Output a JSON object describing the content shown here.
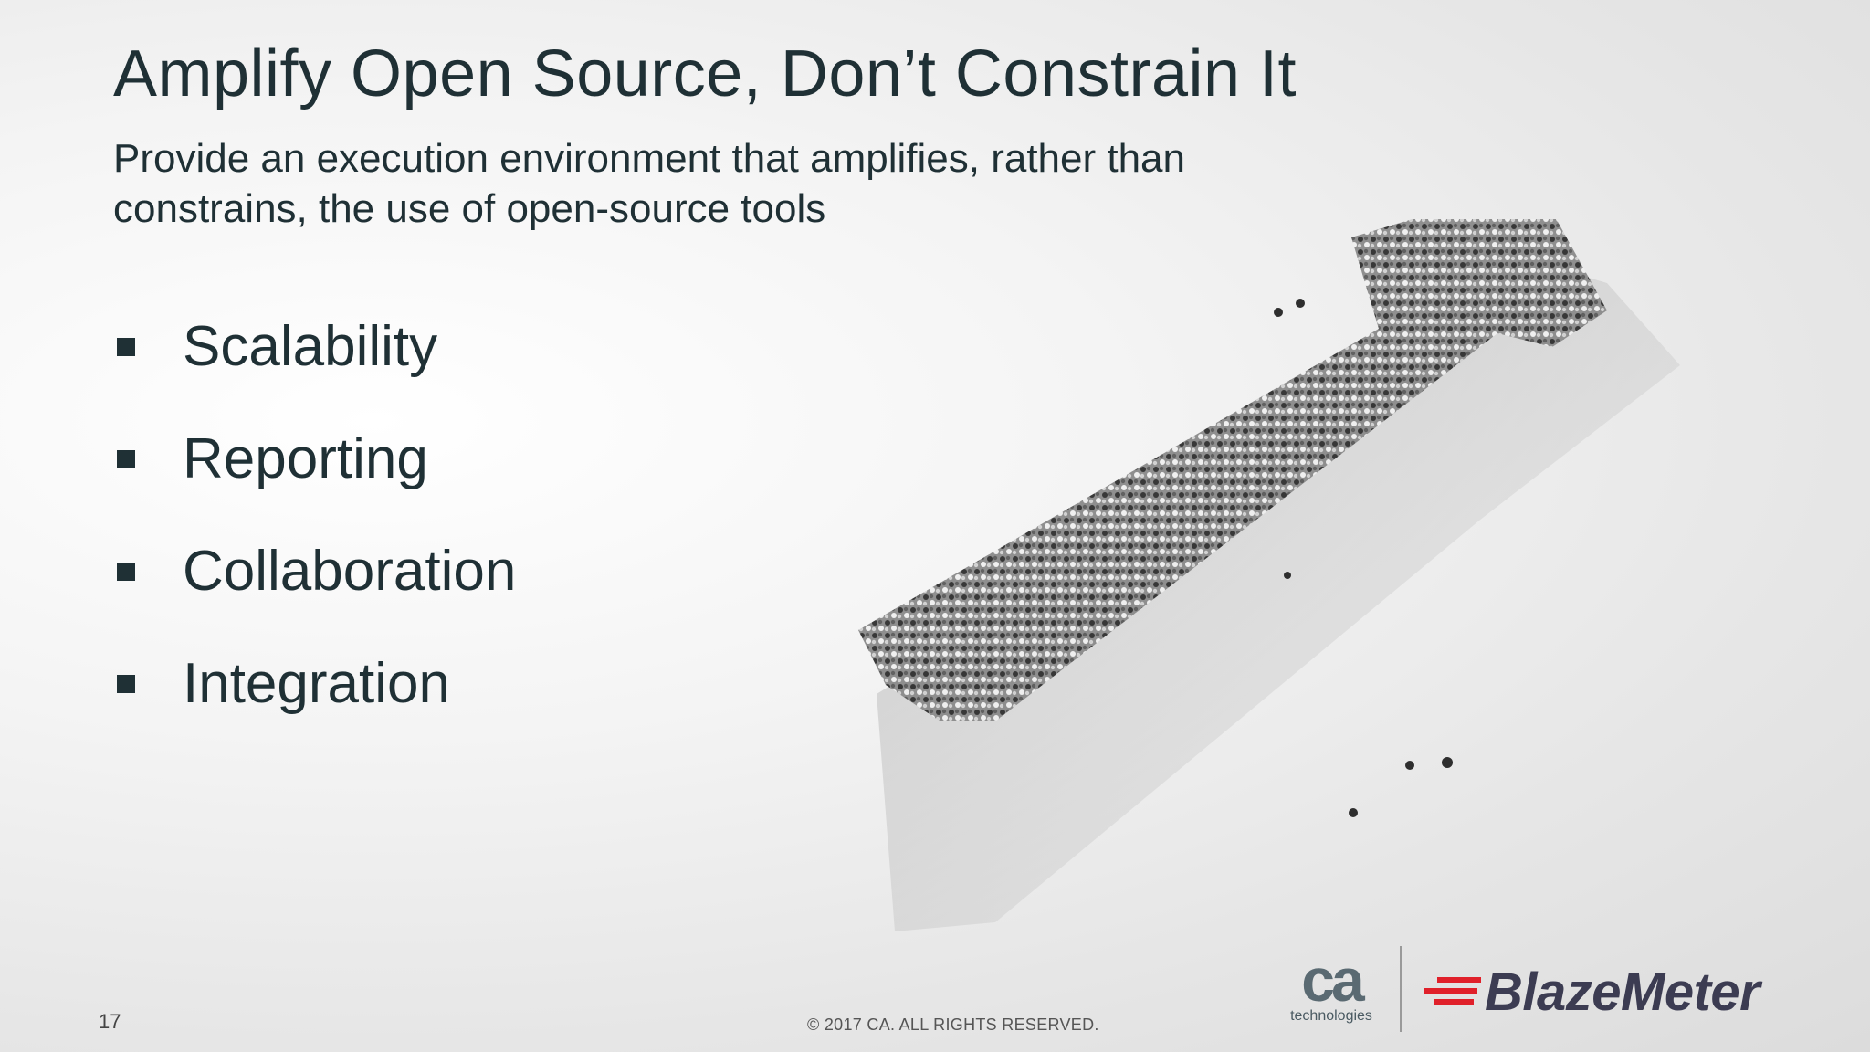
{
  "slide": {
    "title": "Amplify Open Source, Don’t Constrain It",
    "subtitle": "Provide an execution environment that amplifies, rather than constrains, the use of open-source tools",
    "bullets": [
      {
        "label": "Scalability"
      },
      {
        "label": "Reporting"
      },
      {
        "label": "Collaboration"
      },
      {
        "label": "Integration"
      }
    ]
  },
  "footer": {
    "page_number": "17",
    "copyright": "© 2017 CA. ALL RIGHTS RESERVED."
  },
  "logos": {
    "ca_mark": "ca",
    "ca_sub": "technologies",
    "blazemeter": "BlazeMeter",
    "blazemeter_color": "#e0202a",
    "text_color": "#1f3035"
  },
  "illustration": {
    "description_icon": "crowd-arrow-image"
  }
}
